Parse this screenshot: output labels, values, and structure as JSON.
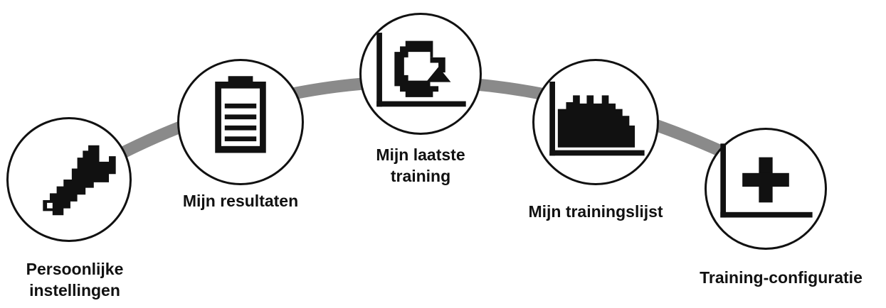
{
  "colors": {
    "arc": "#8a8a8a",
    "outline": "#111111",
    "background": "#ffffff"
  },
  "nodes": [
    {
      "id": "persoonlijke-instellingen",
      "icon": "wrench-icon",
      "label_lines": [
        "Persoonlijke",
        "instellingen"
      ]
    },
    {
      "id": "mijn-resultaten",
      "icon": "clipboard-icon",
      "label_lines": [
        "Mijn resultaten"
      ]
    },
    {
      "id": "mijn-laatste-training",
      "icon": "refresh-chart-icon",
      "label_lines": [
        "Mijn laatste",
        "training"
      ]
    },
    {
      "id": "mijn-trainingslijst",
      "icon": "bar-chart-icon",
      "label_lines": [
        "Mijn trainingslijst"
      ]
    },
    {
      "id": "training-configuratie",
      "icon": "add-chart-icon",
      "label_lines": [
        "Training-configuratie"
      ]
    }
  ]
}
